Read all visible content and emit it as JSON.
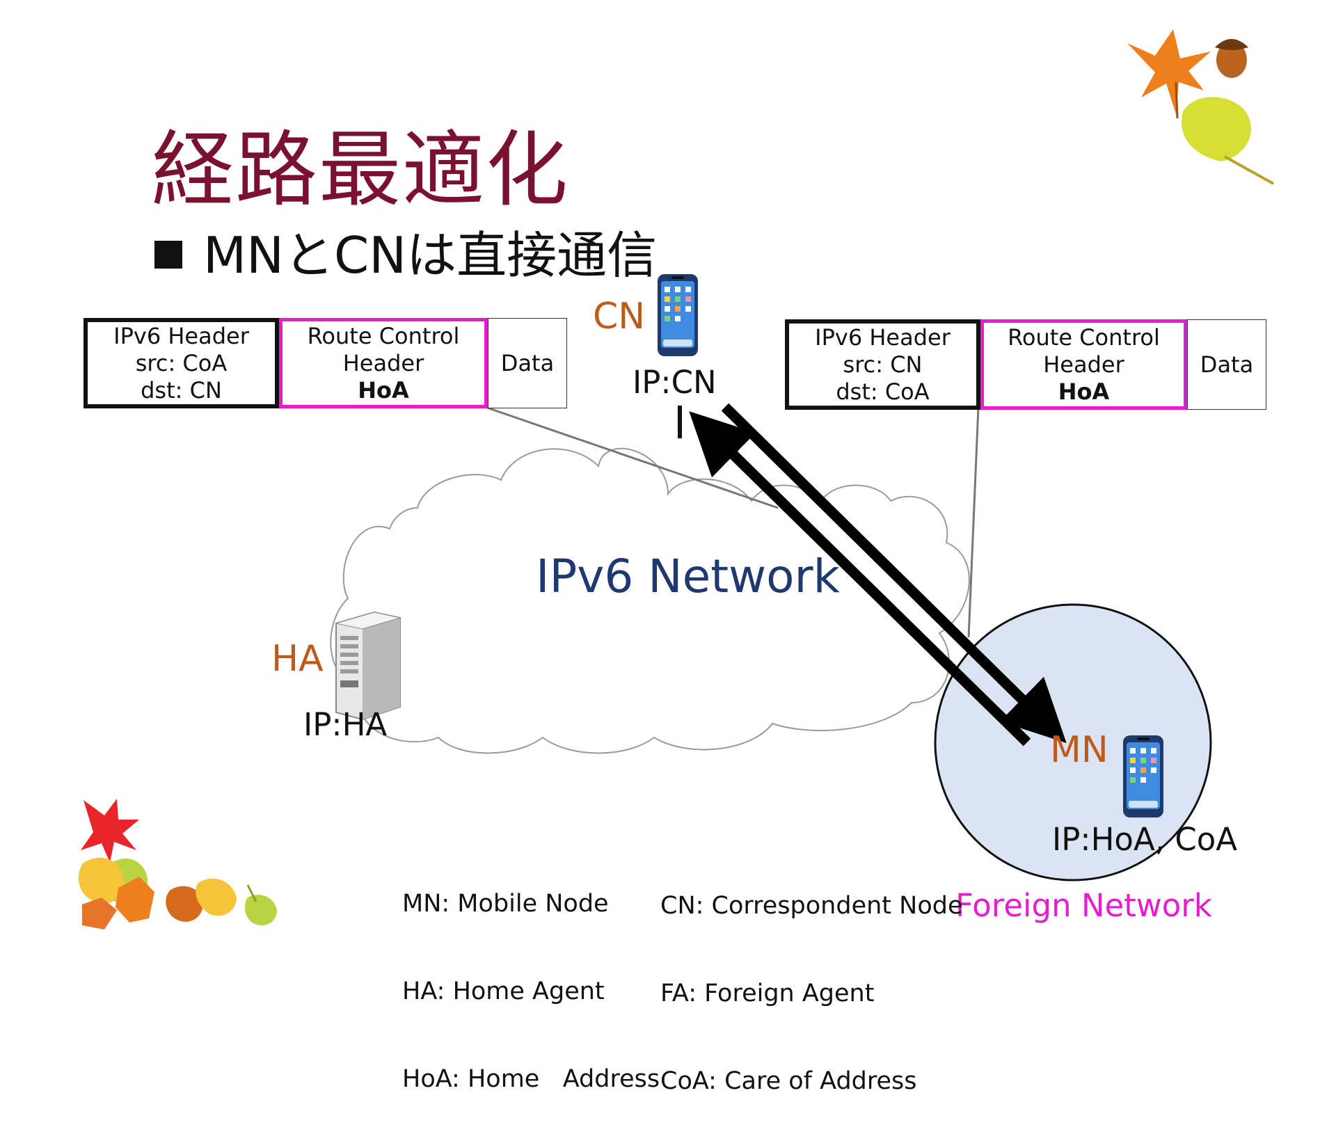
{
  "title": "経路最適化",
  "bullet": "MNとCNは直接通信",
  "packet_left": {
    "ipv6_header": [
      "IPv6 Header",
      "src: CoA",
      "dst: CN"
    ],
    "route_control": [
      "Route Control",
      "Header",
      "HoA"
    ],
    "data": "Data"
  },
  "packet_right": {
    "ipv6_header": [
      "IPv6 Header",
      "src: CN",
      "dst: CoA"
    ],
    "route_control": [
      "Route Control",
      "Header",
      "HoA"
    ],
    "data": "Data"
  },
  "nodes": {
    "cn": {
      "label": "CN",
      "ip": "IP:CN"
    },
    "ha": {
      "label": "HA",
      "ip": "IP:HA"
    },
    "mn": {
      "label": "MN",
      "ip": "IP:HoA, CoA"
    }
  },
  "network_label": "IPv6 Network",
  "foreign_network_label": "Foreign Network",
  "legend_left": [
    "MN: Mobile Node",
    "HA: Home Agent",
    "HoA: Home   Address"
  ],
  "legend_right": [
    "CN: Correspondent Node",
    "FA: Foreign Agent",
    "CoA: Care of Address"
  ],
  "colors": {
    "title": "#7a1130",
    "node_label": "#c05a1a",
    "route_control_border": "#e81ccf",
    "foreign_network_fill": "#dbe4f2",
    "network_label": "#1f3870"
  },
  "icons": [
    "smartphone-icon",
    "server-icon",
    "autumn-leaves-icon"
  ]
}
